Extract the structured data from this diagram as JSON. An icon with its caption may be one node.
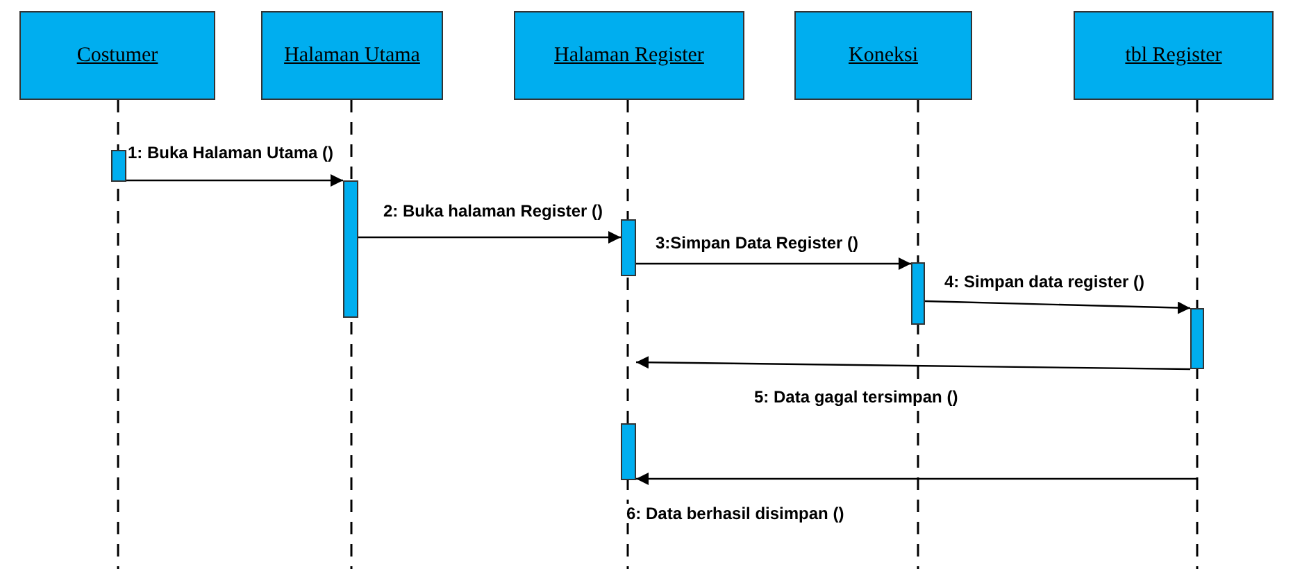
{
  "diagram": {
    "nodes": [
      {
        "text": [
          "Costumer"
        ]
      },
      {
        "text": [
          "Halaman Utama"
        ]
      },
      {
        "text": [
          "Halaman Register"
        ]
      },
      {
        "text": [
          "Koneksi"
        ]
      },
      {
        "text": [
          "tbl Register"
        ]
      },
      {
        "text": [],
        "shape": "bar"
      },
      {
        "text": [],
        "shape": "bar"
      },
      {
        "text": [],
        "shape": "bar"
      },
      {
        "text": [],
        "shape": "bar"
      },
      {
        "text": [],
        "shape": "bar"
      },
      {
        "text": [],
        "shape": "bar"
      }
    ],
    "edges": [
      {
        "from": 5,
        "to": 6,
        "arrow": "to",
        "label": "1: Buka Halaman Utama  ()"
      },
      {
        "from": 6,
        "to": 7,
        "arrow": "to",
        "label": "2:  Buka halaman Register ()"
      },
      {
        "from": 7,
        "to": 8,
        "arrow": "to",
        "label": "3:Simpan Data Register ()"
      },
      {
        "from": 8,
        "to": 9,
        "arrow": "to",
        "label": "4:  Simpan data register ()"
      },
      {
        "from": 9,
        "to": null,
        "arrow": "to",
        "label": "5: Data gagal tersimpan ()"
      },
      {
        "from": null,
        "to": 10,
        "arrow": "to",
        "label": "6: Data berhasil disimpan ()"
      }
    ]
  }
}
